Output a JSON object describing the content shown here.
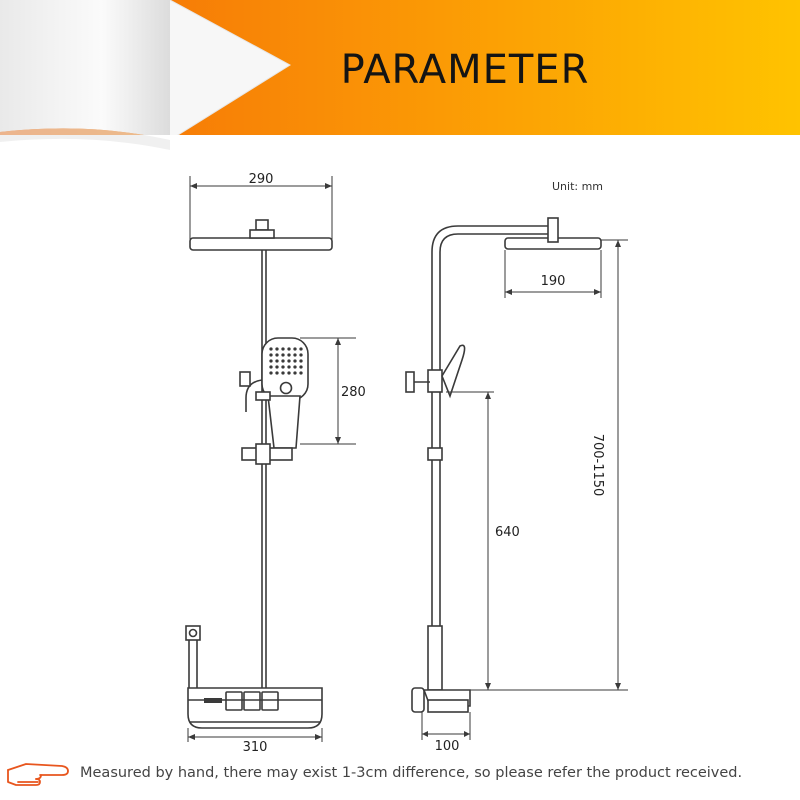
{
  "banner": {
    "title": "PARAMETER",
    "colors": {
      "left": "#f46a08",
      "right": "#ffc300",
      "paper": "#f2f2f2"
    }
  },
  "unit_label": "Unit: mm",
  "dimensions": {
    "head_width": "290",
    "handset_height": "280",
    "base_width": "310",
    "arm_reach": "190",
    "handset_to_base": "640",
    "overall_adjustable": "700-1150",
    "base_depth": "100"
  },
  "note": {
    "icon": "pointing-hand-icon",
    "text": "Measured by hand, there may exist 1-3cm difference, so please refer the product received."
  }
}
